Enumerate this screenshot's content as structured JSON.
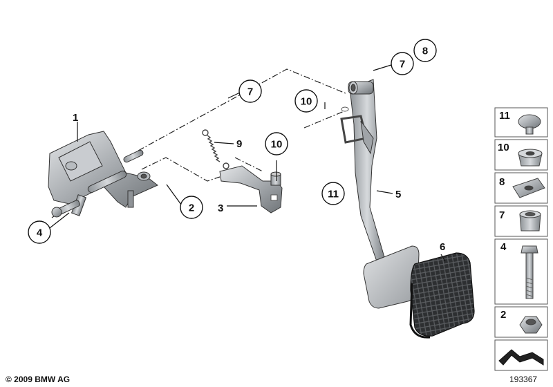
{
  "callouts": {
    "c1": "1",
    "c2": "2",
    "c3": "3",
    "c4": "4",
    "c5": "5",
    "c6": "6",
    "c7a": "7",
    "c7b": "7",
    "c8": "8",
    "c9": "9",
    "c10a": "10",
    "c10b": "10",
    "c11": "11"
  },
  "side_parts": [
    {
      "number": "11",
      "icon": "clip-icon"
    },
    {
      "number": "10",
      "icon": "bushing-icon"
    },
    {
      "number": "8",
      "icon": "spring-clip-icon"
    },
    {
      "number": "7",
      "icon": "bearing-sleeve-icon"
    },
    {
      "number": "4",
      "icon": "hex-bolt-icon"
    },
    {
      "number": "2",
      "icon": "hex-nut-icon"
    }
  ],
  "footer": {
    "copyright": "© 2009 BMW AG",
    "diagram_number": "193367"
  }
}
